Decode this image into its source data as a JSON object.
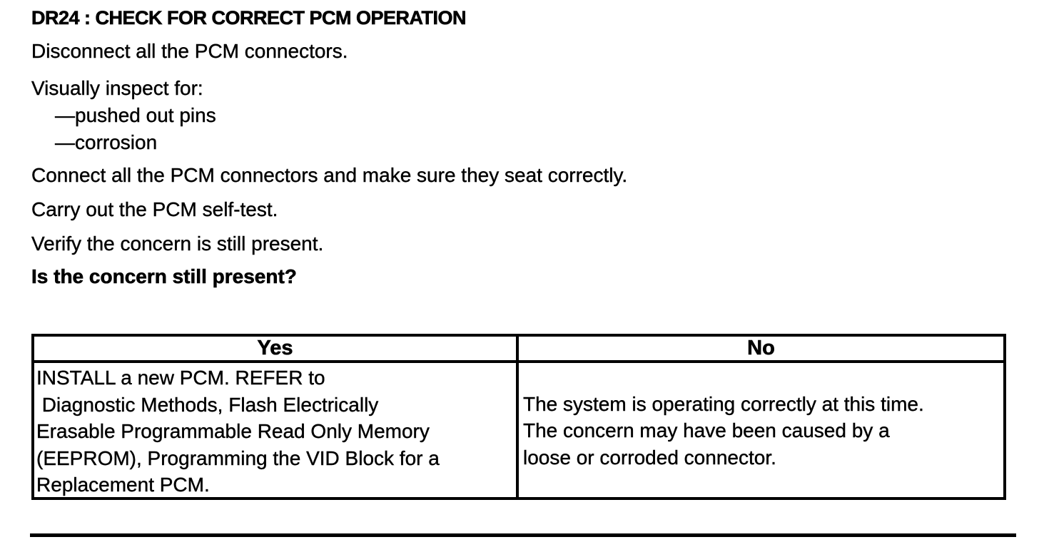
{
  "content": {
    "heading": "DR24 : CHECK FOR CORRECT PCM OPERATION",
    "steps": [
      "Disconnect all the PCM connectors.",
      "Visually inspect for:",
      "—pushed out pins",
      "—corrosion",
      "Connect all the PCM connectors and make sure they seat correctly.",
      "Carry out the PCM self-test.",
      "Verify the concern is still present.",
      "Is the concern still present?"
    ]
  },
  "results_table": {
    "headers": [
      "Yes",
      "No"
    ],
    "yes_cell_lines": [
      "INSTALL a new PCM. REFER to",
      " Diagnostic Methods, Flash Electrically",
      "Erasable Programmable Read Only Memory",
      "(EEPROM), Programming the VID Block for a",
      "Replacement PCM."
    ],
    "no_cell_lines": [
      "The system is operating correctly at this time.",
      "The concern may have been caused by a",
      "loose or corroded connector."
    ]
  },
  "colors": {
    "text": "#000000",
    "background": "#ffffff",
    "table_border": "#000000",
    "rule": "#000000"
  }
}
